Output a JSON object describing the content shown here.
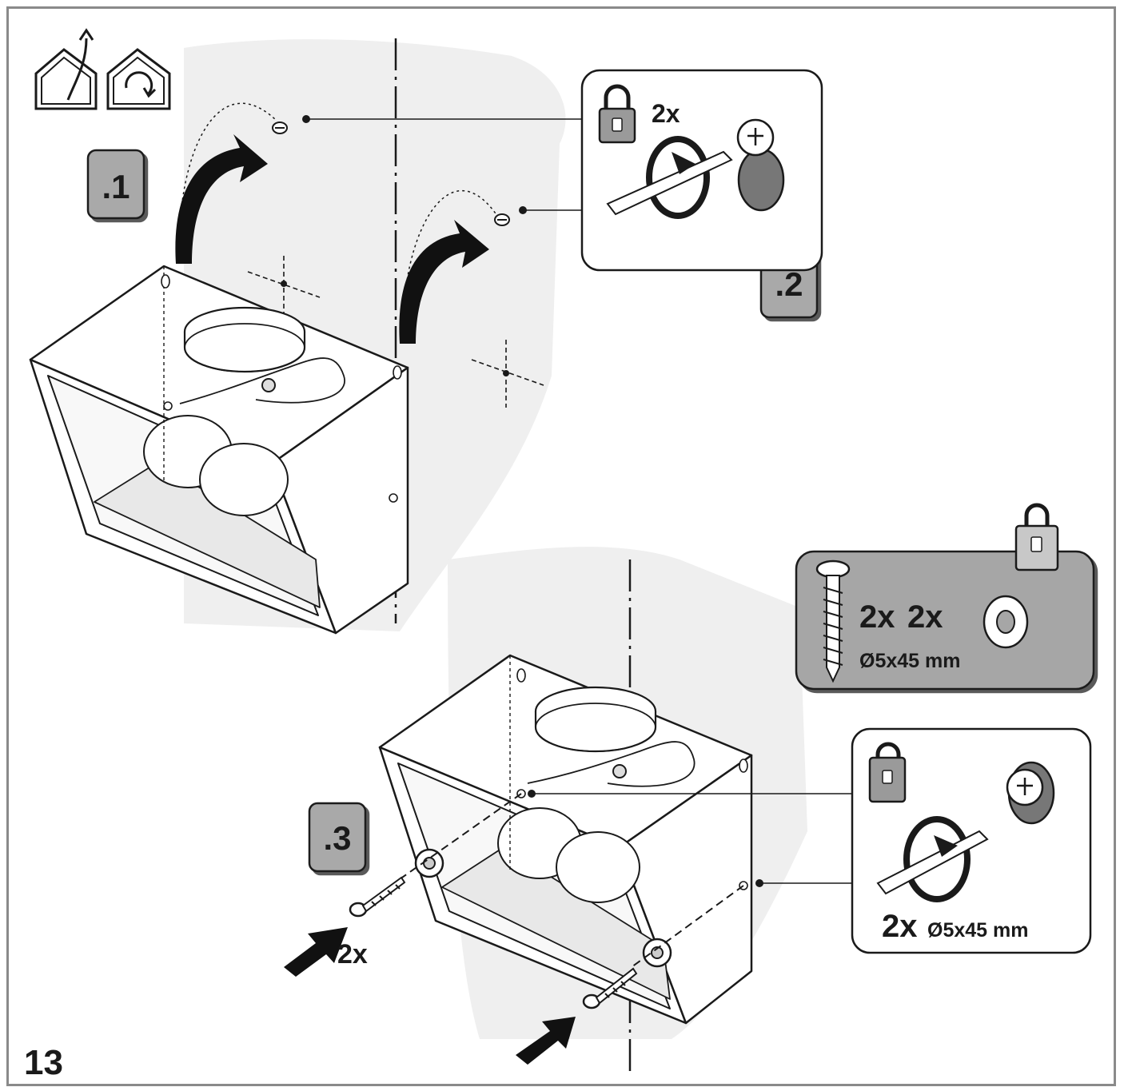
{
  "page_number": "13",
  "steps": [
    {
      "label": ".1"
    },
    {
      "label": ".2"
    },
    {
      "label": ".3"
    }
  ],
  "detail_top": {
    "count": "2x",
    "icons": [
      "lock-icon",
      "screwdriver-icon",
      "wall-plug-icon"
    ]
  },
  "hardware_box": {
    "screw_count": "2x",
    "washer_count": "2x",
    "size": "Ø5x45 mm",
    "icons": [
      "lock-icon",
      "screw-icon",
      "washer-icon"
    ]
  },
  "detail_bottom": {
    "count": "2x",
    "size": "Ø5x45 mm",
    "icons": [
      "lock-icon",
      "screwdriver-icon",
      "wall-plug-icon"
    ]
  },
  "arrow_label": "2x",
  "header_icons": [
    "ducted-mode-icon",
    "recirculation-mode-icon"
  ],
  "colors": {
    "badge_fill": "#a9a9a9",
    "panel_fill": "#a6a6a6",
    "wall_shade": "#efefef",
    "line": "#1a1a1a"
  }
}
